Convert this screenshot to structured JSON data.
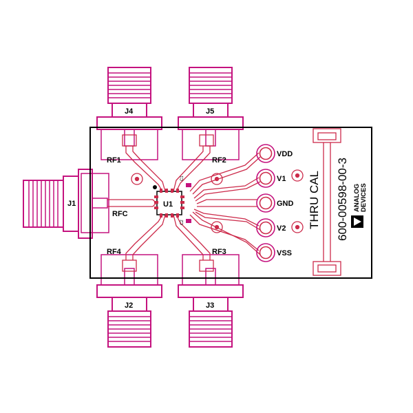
{
  "colors": {
    "copper": "#cc2a4a",
    "connector": "#c4127e",
    "silkscreen": "#000000",
    "background": "#ffffff"
  },
  "board": {
    "part_number": "600-00598-00-3",
    "thru_cal": "THRU CAL",
    "logo": {
      "icon": "analog-devices-logo-icon",
      "line1": "ANALOG",
      "line2": "DEVICES"
    }
  },
  "connectors": {
    "j1": "J1",
    "j2": "J2",
    "j3": "J3",
    "j4": "J4",
    "j5": "J5"
  },
  "ports": {
    "rfc": "RFC",
    "rf1": "RF1",
    "rf2": "RF2",
    "rf3": "RF3",
    "rf4": "RF4"
  },
  "ic": {
    "ref": "U1"
  },
  "capacitors": {
    "c1": "C1",
    "c2": "C2"
  },
  "test_points": {
    "vdd": "VDD",
    "v1": "V1",
    "gnd": "GND",
    "v2": "V2",
    "vss": "VSS"
  }
}
